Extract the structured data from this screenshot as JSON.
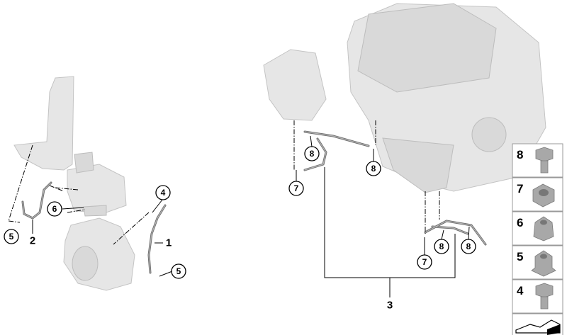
{
  "diagram": {
    "callouts": [
      {
        "label": "5"
      },
      {
        "label": "6"
      },
      {
        "label": "4"
      },
      {
        "label": "5"
      },
      {
        "label": "8"
      },
      {
        "label": "8"
      },
      {
        "label": "7"
      },
      {
        "label": "7"
      },
      {
        "label": "8"
      },
      {
        "label": "8"
      }
    ],
    "item_labels": [
      {
        "label": "2"
      },
      {
        "label": "1"
      },
      {
        "label": "3"
      }
    ]
  },
  "legend": {
    "items": [
      {
        "number": "8",
        "icon": "flange-bolt-icon"
      },
      {
        "number": "7",
        "icon": "hex-nut-icon"
      },
      {
        "number": "6",
        "icon": "collar-nut-icon"
      },
      {
        "number": "5",
        "icon": "flange-nut-icon"
      },
      {
        "number": "4",
        "icon": "flange-bolt-icon"
      }
    ],
    "footer_icon": "arrow-navigation-icon"
  }
}
